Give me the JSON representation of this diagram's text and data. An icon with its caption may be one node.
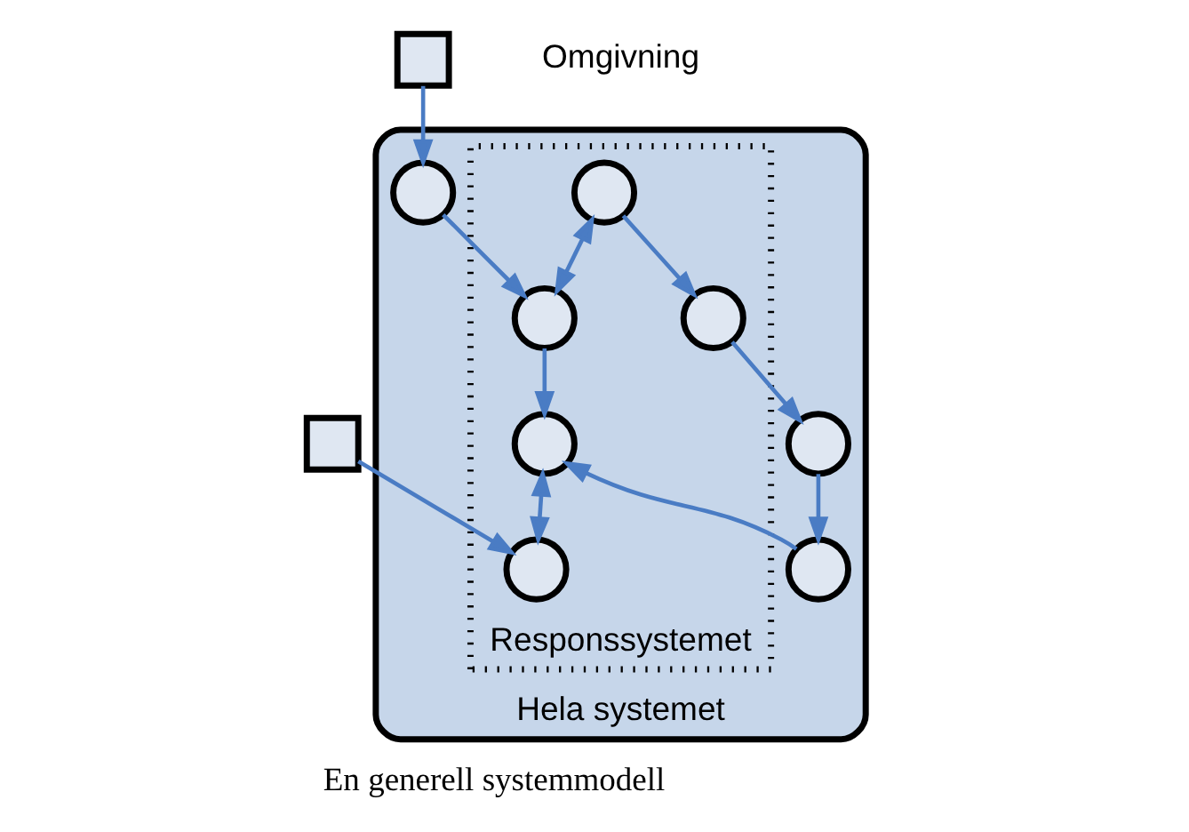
{
  "diagram": {
    "caption": "En generell systemmodell",
    "nodes": [
      {
        "text": [
          "Hela systemet"
        ]
      },
      {
        "text": [
          "Responssystemet"
        ],
        "in": 0
      },
      {
        "text": [],
        "shape": "circle",
        "in": 0
      },
      {
        "text": [],
        "shape": "circle",
        "in": 1
      },
      {
        "text": [],
        "shape": "circle",
        "in": 1
      },
      {
        "text": [],
        "shape": "circle",
        "in": 1
      },
      {
        "text": [],
        "shape": "circle",
        "in": 1
      },
      {
        "text": [],
        "shape": "circle",
        "in": 1
      },
      {
        "text": [],
        "shape": "circle",
        "in": 0
      },
      {
        "text": [],
        "shape": "circle",
        "in": 0
      },
      {
        "text": [],
        "shape": "box"
      },
      {
        "text": [],
        "shape": "box"
      }
    ],
    "edges": [
      {
        "from": 10,
        "to": 2,
        "arrow": "to"
      },
      {
        "from": 2,
        "to": 4,
        "arrow": "to"
      },
      {
        "from": 3,
        "to": 4,
        "arrow": "both"
      },
      {
        "from": 11,
        "to": 5,
        "arrow": "to"
      },
      {
        "from": 3,
        "to": 6,
        "arrow": "to"
      },
      {
        "from": 6,
        "to": 8,
        "arrow": "to"
      },
      {
        "from": 8,
        "to": 9,
        "arrow": "to"
      },
      {
        "from": 9,
        "to": 7,
        "arrow": "to"
      },
      {
        "from": 4,
        "to": 7,
        "arrow": "to"
      },
      {
        "from": 7,
        "to": 5,
        "arrow": "both"
      }
    ],
    "labels": [
      "Omgivning"
    ]
  }
}
